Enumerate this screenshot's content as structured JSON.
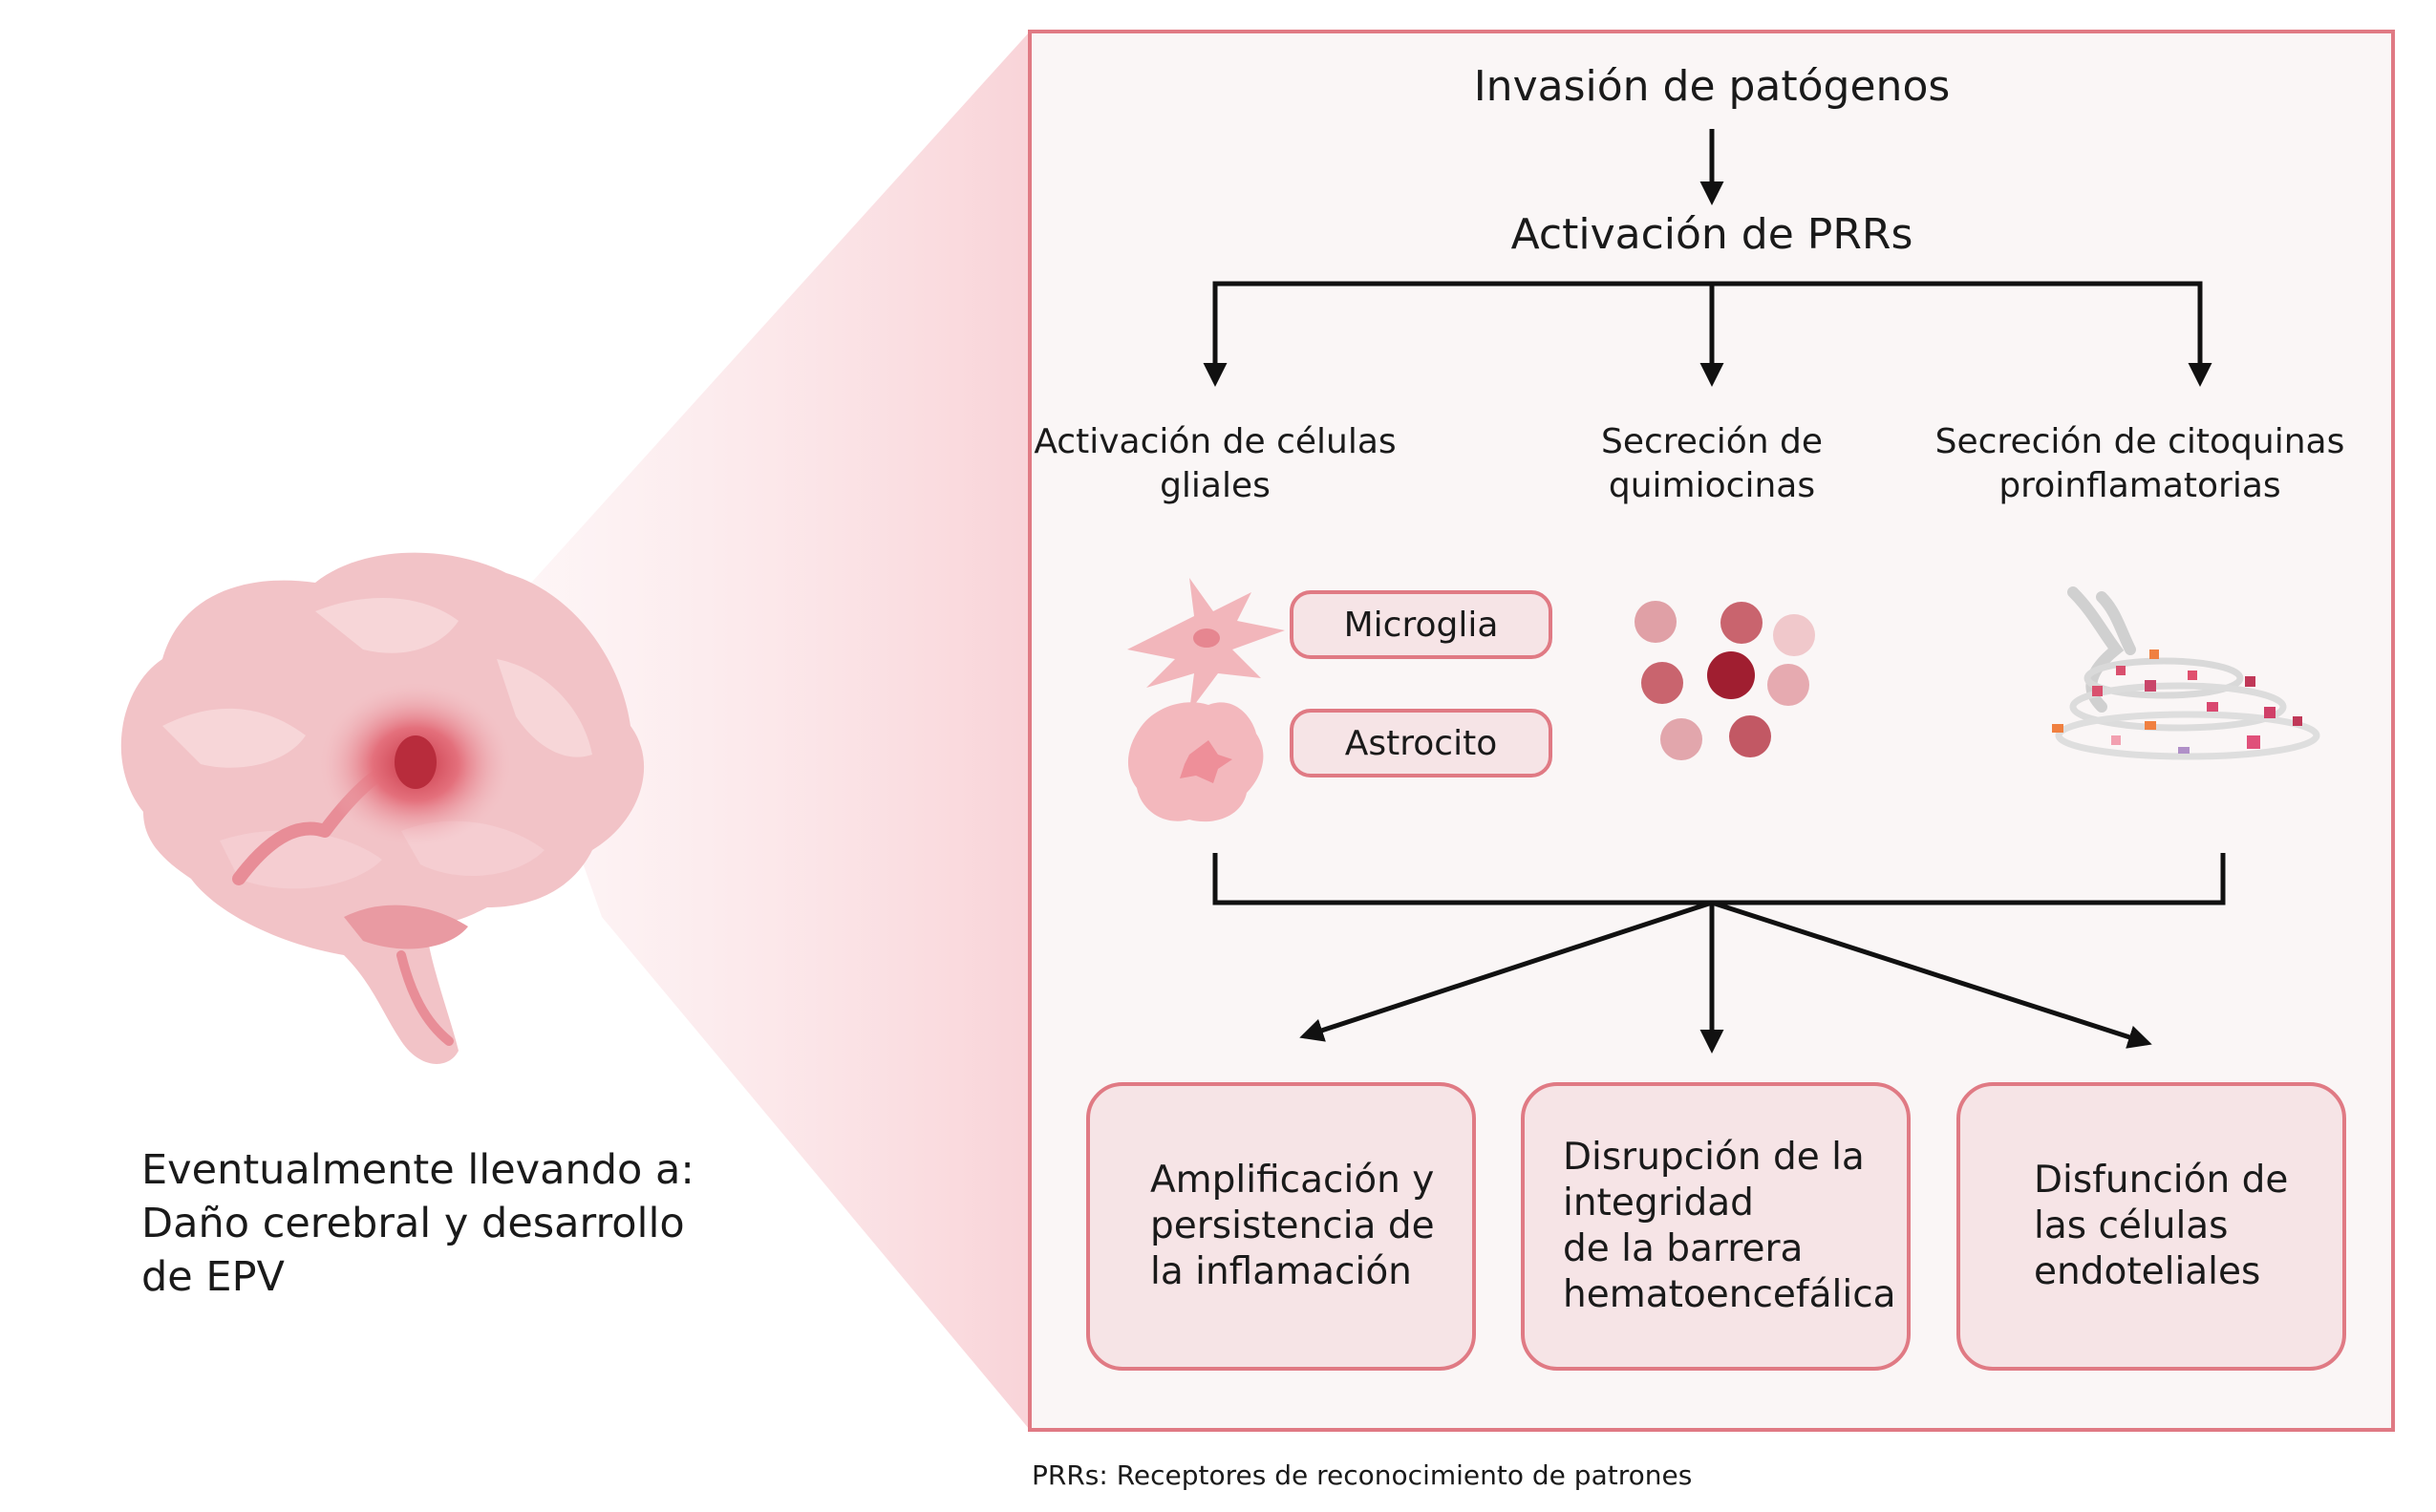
{
  "flow": {
    "top": "Invasión de patógenos",
    "second": "Activación de PRRs",
    "branches": [
      "Activación de células\ngliales",
      "Secreción de\nquimiocinas",
      "Secreción de citoquinas\nproinflamatorias"
    ],
    "glial_types": [
      "Microglia",
      "Astrocito"
    ],
    "outcomes": [
      "Amplificación y\npersistencia de\nla inflamación",
      "Disrupción de la\nintegridad\nde la barrera\nhematoencefálica",
      "Disfunción de\nlas células\nendoteliales"
    ]
  },
  "left_text": "Eventualmente llevando a:\nDaño cerebral y desarrollo\nde EPV",
  "footnote": "PRRs: Receptores de reconocimiento de patrones",
  "colors": {
    "frame_border": "#e07a84",
    "frame_fill": "#faf6f6",
    "box_fill": "#f6e4e6",
    "box_border": "#e07a84",
    "arrow": "#111111",
    "brain": "#f0b8bd",
    "lesion": "#d64a58"
  }
}
